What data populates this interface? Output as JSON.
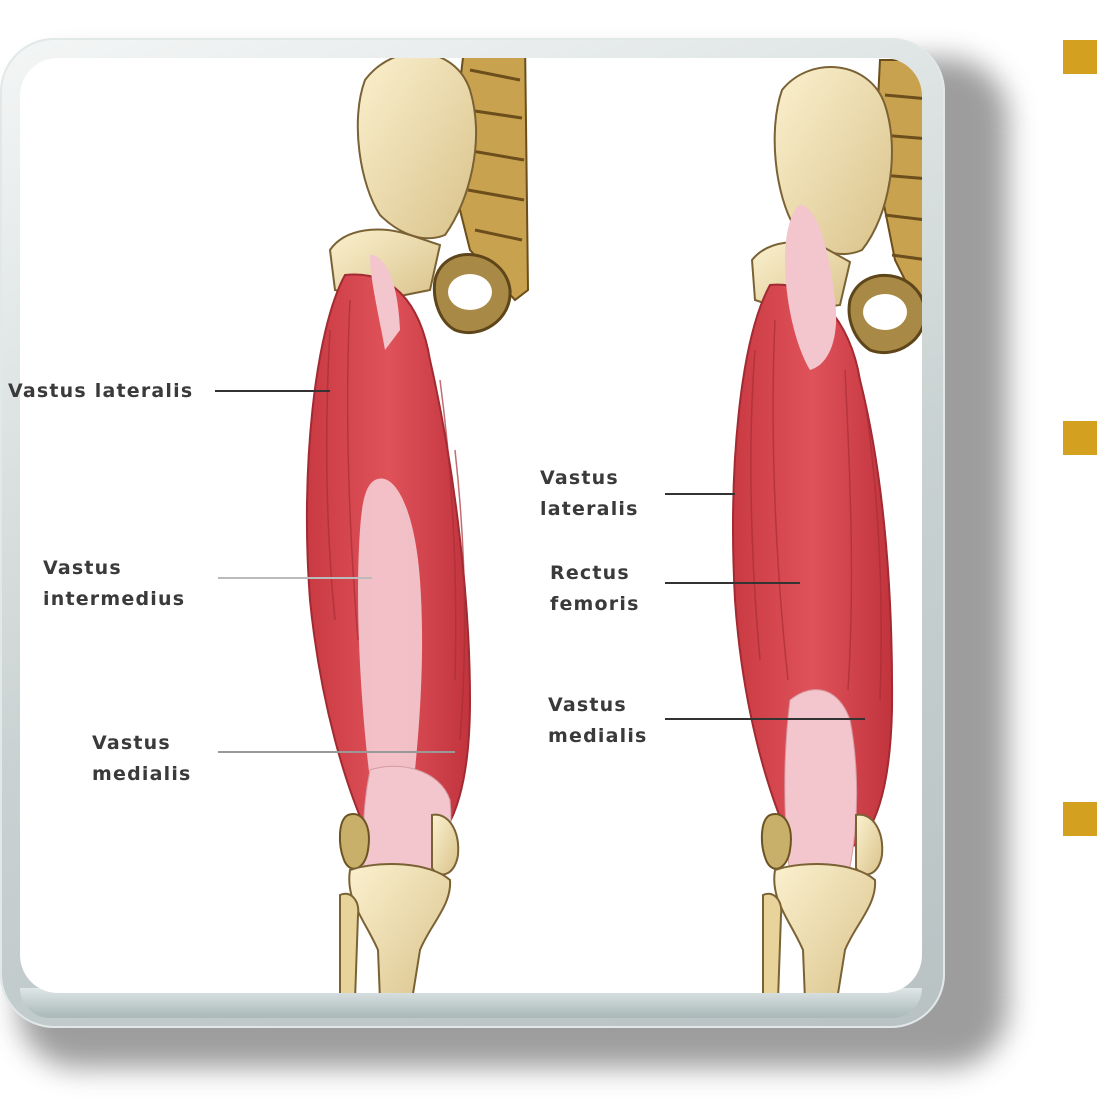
{
  "left_figure": {
    "labels": {
      "vastus_lateralis": "Vastus lateralis",
      "vastus_intermedius": [
        "Vastus",
        "intermedius"
      ],
      "vastus_medialis": [
        "Vastus",
        "medialis"
      ]
    }
  },
  "right_figure": {
    "labels": {
      "vastus_lateralis": [
        "Vastus",
        "lateralis"
      ],
      "rectus_femoris": [
        "Rectus",
        "femoris"
      ],
      "vastus_medialis": [
        "Vastus",
        "medialis"
      ]
    }
  },
  "colors": {
    "muscle": "#d9474f",
    "tendon": "#f0c2c8",
    "bone": "#f1e1b0",
    "bullet": "#d4a020",
    "frame": "#c9d2d2"
  },
  "bullets": [
    "square-bullet",
    "square-bullet",
    "square-bullet"
  ]
}
